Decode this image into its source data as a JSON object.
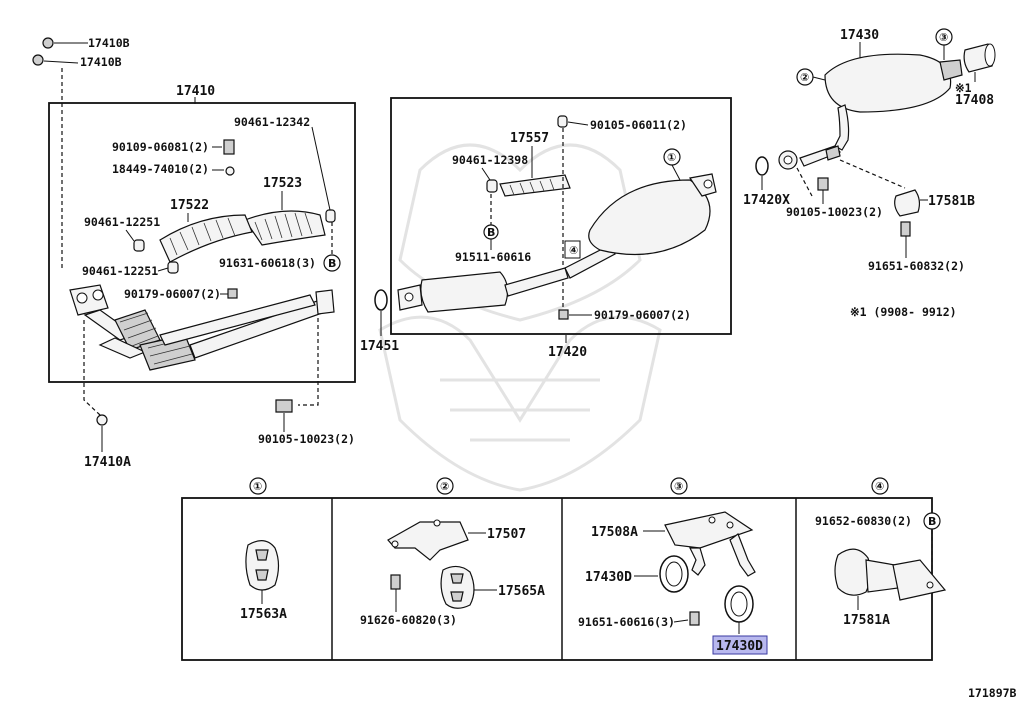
{
  "diagram_id": "171897B",
  "note_text": "※1 (9908- 9912)",
  "highlight_color": "#b8b8ee",
  "callouts": {
    "c1": "①",
    "c2": "②",
    "c3": "③",
    "c4": "④",
    "cB": "B"
  },
  "labels": {
    "p17410B_1": "17410B",
    "p17410B_2": "17410B",
    "p17410": "17410",
    "p90461_12342": "90461-12342",
    "p90109_06081": "90109-06081(2)",
    "p18449_74010": "18449-74010(2)",
    "p17523": "17523",
    "p17522": "17522",
    "p90461_12251a": "90461-12251",
    "p90461_12251b": "90461-12251",
    "p91631_60618": "91631-60618(3)",
    "p90179_06007a": "90179-06007(2)",
    "p17410A": "17410A",
    "p90105_10023a": "90105-10023(2)",
    "p17451": "17451",
    "p17557": "17557",
    "p90105_06011": "90105-06011(2)",
    "p90461_12398": "90461-12398",
    "p91511_60616": "91511-60616",
    "p90179_06007b": "90179-06007(2)",
    "p17420": "17420",
    "p17430": "17430",
    "p17408": "17408",
    "p17408_mark": "※1",
    "p17420X": "17420X",
    "p90105_10023b": "90105-10023(2)",
    "p17581B": "17581B",
    "p91651_60832": "91651-60832(2)",
    "p17563A": "17563A",
    "p17507": "17507",
    "p91626_60820": "91626-60820(3)",
    "p17565A": "17565A",
    "p17508A": "17508A",
    "p17430D_a": "17430D",
    "p91651_60616": "91651-60616(3)",
    "p17430D_b": "17430D",
    "p91652_60830": "91652-60830(2)",
    "p17581A": "17581A"
  }
}
